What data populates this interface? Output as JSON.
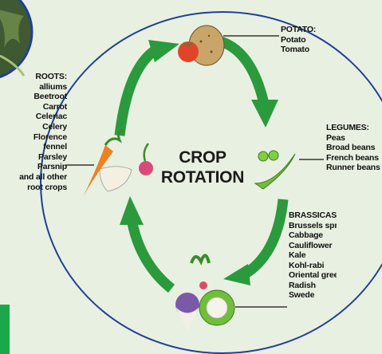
{
  "center_title": [
    "CROP",
    "ROTATION"
  ],
  "groups": {
    "roots": {
      "heading": "ROOTS:",
      "items": [
        "alliums",
        "Beetroot",
        "Carrot",
        "Celeriac",
        "Celery",
        "Florence",
        "fennel",
        "Parsley",
        "Parsnip",
        "and all other",
        "root crops"
      ]
    },
    "potato": {
      "heading": "POTATO:",
      "items": [
        "Potato",
        "Tomato"
      ]
    },
    "legumes": {
      "heading": "LEGUMES:",
      "items": [
        "Peas",
        "Broad beans",
        "French beans",
        "Runner beans etc."
      ]
    },
    "brassicas": {
      "heading": "BRASSICAS:",
      "items": [
        "Brussels sprouts",
        "Cabbage",
        "Cauliflower",
        "Kale",
        "Kohl-rabi",
        "Oriental greens",
        "Radish",
        "Swede"
      ]
    }
  },
  "colors": {
    "background": "#e8f0e1",
    "arrow": "#2b9a3d",
    "ellipse_border": "#1f3f9a",
    "leader_line": "#111111",
    "photo_frame": "#1f3f9a",
    "green_corner": "#1aa84a"
  },
  "icons": [
    "potato-tomato-icon",
    "peas-icon",
    "cabbage-turnip-icon",
    "root-vegetables-icon",
    "arrow-icon"
  ]
}
